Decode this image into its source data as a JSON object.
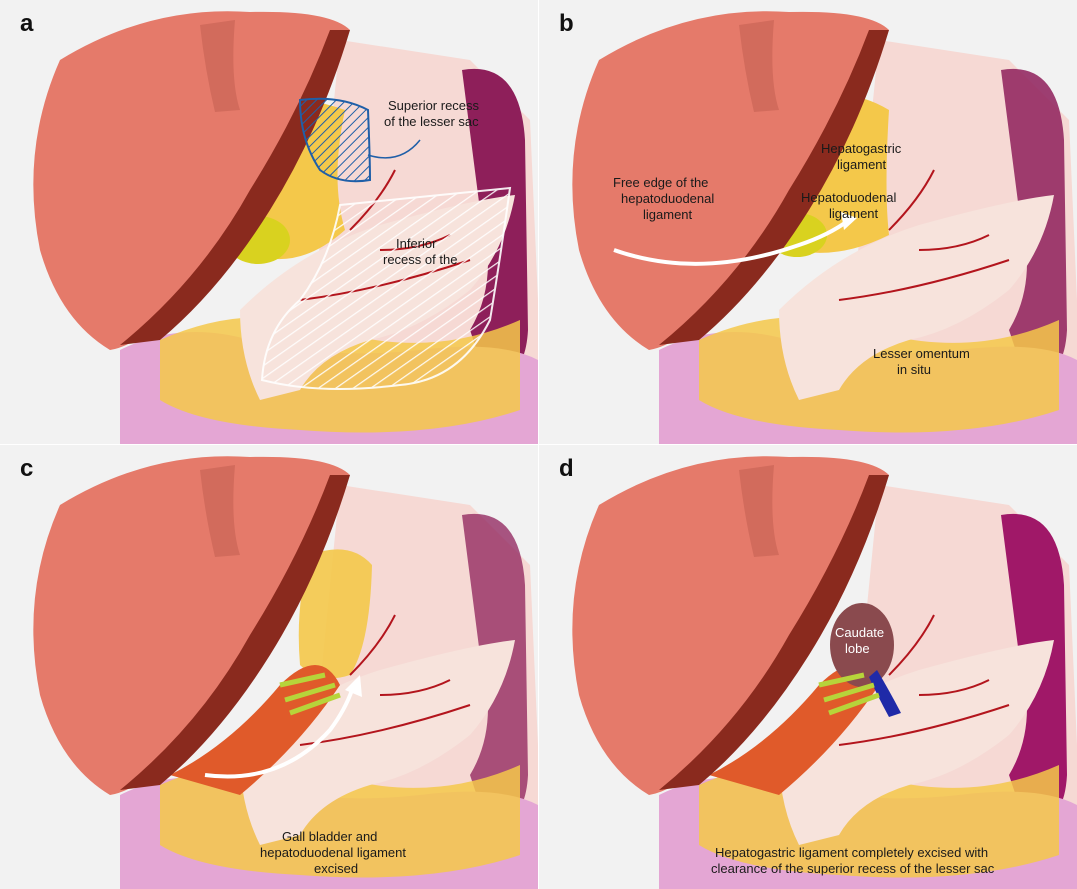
{
  "figure": {
    "panels": [
      {
        "id": "a",
        "label": "a",
        "annotations": [
          {
            "key": "superior_recess_1",
            "text": "Superior recess"
          },
          {
            "key": "superior_recess_2",
            "text": "of the lesser sac"
          },
          {
            "key": "inferior_recess_1",
            "text": "Inferior"
          },
          {
            "key": "inferior_recess_2",
            "text": "recess of the"
          }
        ]
      },
      {
        "id": "b",
        "label": "b",
        "annotations": [
          {
            "key": "hepatogastric_1",
            "text": "Hepatogastric"
          },
          {
            "key": "hepatogastric_2",
            "text": "ligament"
          },
          {
            "key": "free_edge_1",
            "text": "Free edge of the"
          },
          {
            "key": "free_edge_2",
            "text": "hepatoduodenal"
          },
          {
            "key": "free_edge_3",
            "text": "ligament"
          },
          {
            "key": "hepatoduodenal_1",
            "text": "Hepatoduodenal"
          },
          {
            "key": "hepatoduodenal_2",
            "text": "ligament"
          },
          {
            "key": "lesser_omentum_1",
            "text": "Lesser omentum"
          },
          {
            "key": "lesser_omentum_2",
            "text": "in situ"
          }
        ]
      },
      {
        "id": "c",
        "label": "c",
        "annotations": [
          {
            "key": "gall_bladder_1",
            "text": "Gall bladder and"
          },
          {
            "key": "gall_bladder_2",
            "text": "hepatoduodenal ligament"
          },
          {
            "key": "gall_bladder_3",
            "text": "excised"
          }
        ]
      },
      {
        "id": "d",
        "label": "d",
        "annotations": [
          {
            "key": "caudate_1",
            "text": "Caudate"
          },
          {
            "key": "caudate_2",
            "text": "lobe"
          },
          {
            "key": "excised_1",
            "text": "Hepatogastric ligament completely excised with"
          },
          {
            "key": "excised_2",
            "text": "clearance of the superior recess of the lesser sac"
          }
        ]
      }
    ],
    "colors": {
      "liver": "#e57a6a",
      "liver_edge": "#6e1f18",
      "liver_underside": "#8a2a1e",
      "stomach": "#f7e3dc",
      "spleen": "#8e1f5a",
      "intestine": "#e4a6d4",
      "fat": "#f4c84a",
      "gallbladder": "#d9d21f",
      "vessel": "#b3151d",
      "hatch_blue": "#1f5fa8",
      "hatch_white": "#ffffff"
    }
  }
}
